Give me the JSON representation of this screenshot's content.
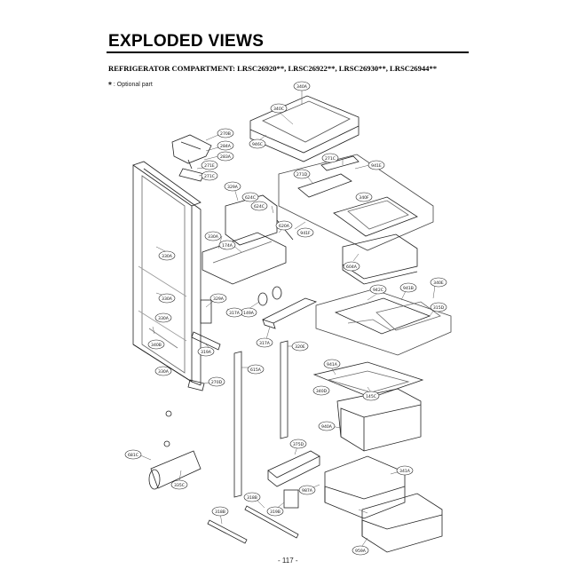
{
  "page": {
    "title": "EXPLODED VIEWS",
    "subtitle": "REFRIGERATOR COMPARTMENT: LRSC26920**, LRSC26922**, LRSC26930**, LRSC26944**",
    "optional_note": ": Optional part",
    "optional_marker": "*",
    "page_number": "- 117 -"
  },
  "callouts": [
    {
      "id": "c01",
      "text": "340A"
    },
    {
      "id": "c02",
      "text": "340C"
    },
    {
      "id": "c03",
      "text": "946C"
    },
    {
      "id": "c04",
      "text": "270B"
    },
    {
      "id": "c05",
      "text": "284A"
    },
    {
      "id": "c06",
      "text": "283A"
    },
    {
      "id": "c07",
      "text": "271E"
    },
    {
      "id": "c08",
      "text": "271C"
    },
    {
      "id": "c09",
      "text": "271C"
    },
    {
      "id": "c10",
      "text": "941E"
    },
    {
      "id": "c11",
      "text": "271D"
    },
    {
      "id": "c12",
      "text": "340F"
    },
    {
      "id": "c13",
      "text": "941F"
    },
    {
      "id": "c14",
      "text": "329A"
    },
    {
      "id": "c15",
      "text": "624C"
    },
    {
      "id": "c16",
      "text": "624C"
    },
    {
      "id": "c17",
      "text": "620A"
    },
    {
      "id": "c18",
      "text": "330A"
    },
    {
      "id": "c19",
      "text": "174A"
    },
    {
      "id": "c20",
      "text": "330A"
    },
    {
      "id": "c21",
      "text": "330A"
    },
    {
      "id": "c22",
      "text": "330A"
    },
    {
      "id": "c23",
      "text": "340B"
    },
    {
      "id": "c24",
      "text": "942C"
    },
    {
      "id": "c25",
      "text": "941B"
    },
    {
      "id": "c26",
      "text": "340E"
    },
    {
      "id": "c27",
      "text": "315D"
    },
    {
      "id": "c28",
      "text": "329A"
    },
    {
      "id": "c29",
      "text": "604A"
    },
    {
      "id": "c30",
      "text": "149A"
    },
    {
      "id": "c31",
      "text": "317A"
    },
    {
      "id": "c32",
      "text": "317A"
    },
    {
      "id": "c33",
      "text": "320E"
    },
    {
      "id": "c34",
      "text": "615A"
    },
    {
      "id": "c35",
      "text": "319A"
    },
    {
      "id": "c36",
      "text": "270D"
    },
    {
      "id": "c37",
      "text": "941A"
    },
    {
      "id": "c38",
      "text": "340D"
    },
    {
      "id": "c39",
      "text": "940A"
    },
    {
      "id": "c40",
      "text": "145C"
    },
    {
      "id": "c41",
      "text": "330A"
    },
    {
      "id": "c42",
      "text": "681C"
    },
    {
      "id": "c43",
      "text": "335C"
    },
    {
      "id": "c44",
      "text": "375D"
    },
    {
      "id": "c45",
      "text": "341A"
    },
    {
      "id": "c46",
      "text": "987A"
    },
    {
      "id": "c47",
      "text": "318B"
    },
    {
      "id": "c48",
      "text": "318B"
    },
    {
      "id": "c49",
      "text": "319B"
    },
    {
      "id": "c50",
      "text": "959A"
    }
  ]
}
